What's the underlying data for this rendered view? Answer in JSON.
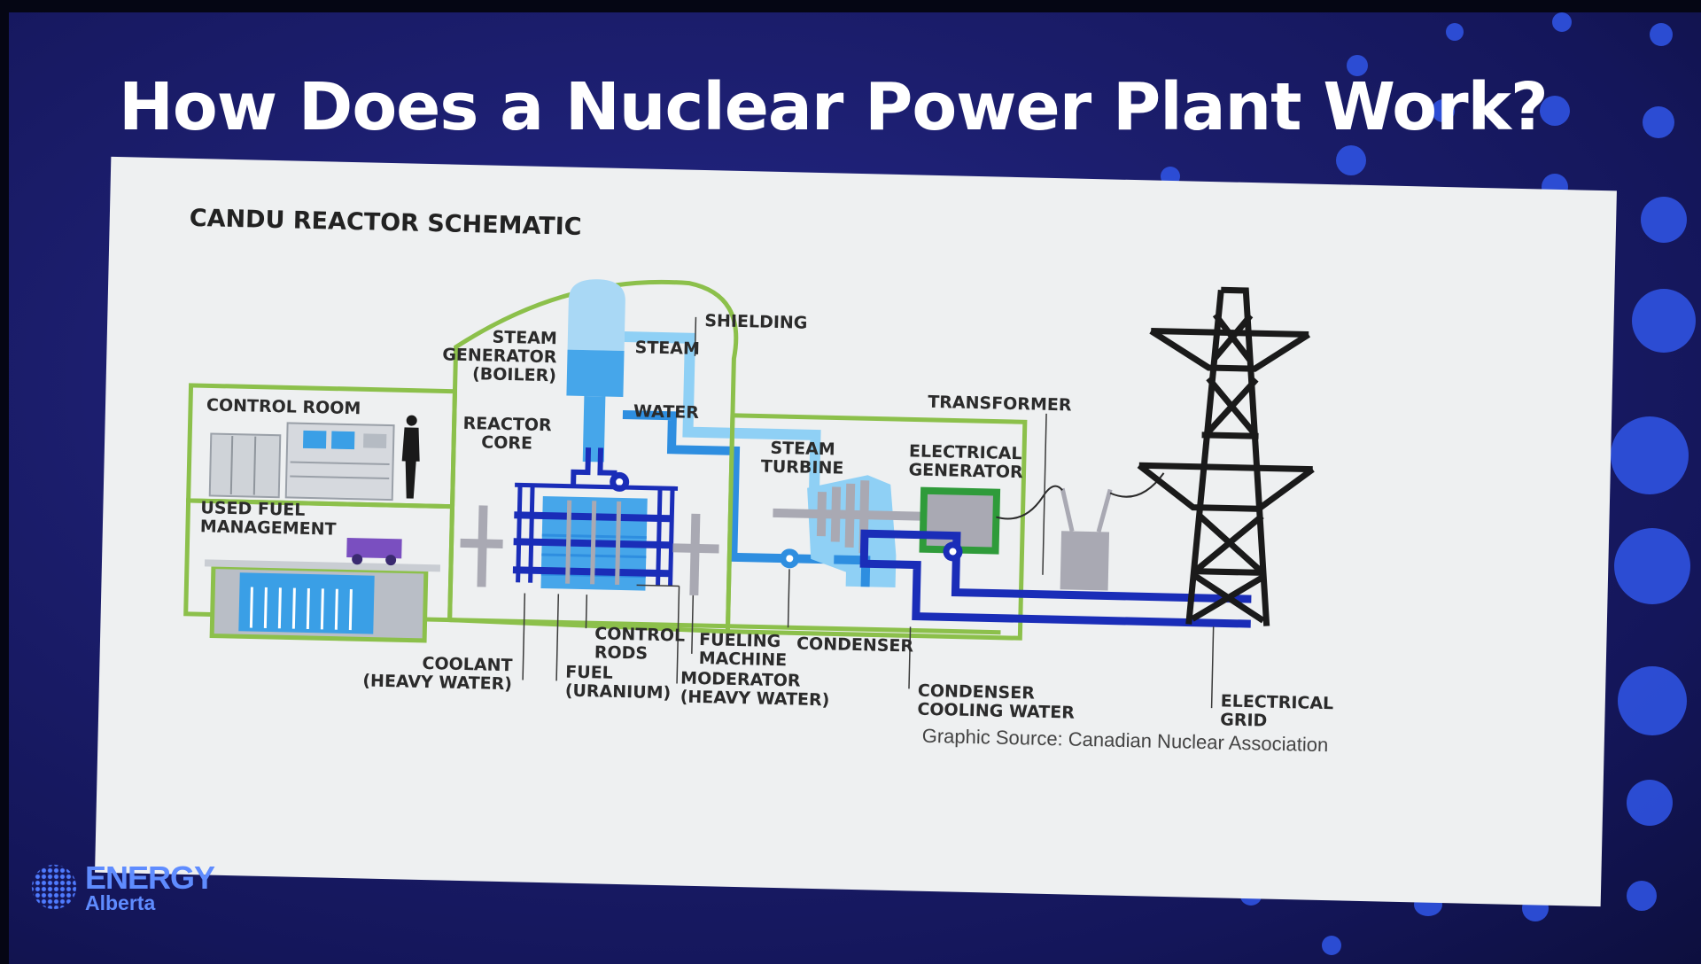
{
  "slide": {
    "title": "How Does a Nuclear Power Plant Work?"
  },
  "diagram": {
    "title": "CANDU REACTOR SCHEMATIC",
    "labels": {
      "shielding": "SHIELDING",
      "steam_generator": [
        "STEAM",
        "GENERATOR",
        "(BOILER)"
      ],
      "steam": "STEAM",
      "water": "WATER",
      "control_room": "CONTROL ROOM",
      "reactor_core": [
        "REACTOR",
        "CORE"
      ],
      "used_fuel": [
        "USED FUEL",
        "MANAGEMENT"
      ],
      "transformer": "TRANSFORMER",
      "steam_turbine": [
        "STEAM",
        "TURBINE"
      ],
      "electrical_generator": [
        "ELECTRICAL",
        "GENERATOR"
      ],
      "control_rods": [
        "CONTROL",
        "RODS"
      ],
      "fueling_machine": [
        "FUELING",
        "MACHINE"
      ],
      "condenser": "CONDENSER",
      "coolant": [
        "COOLANT",
        "(HEAVY WATER)"
      ],
      "fuel": [
        "FUEL",
        "(URANIUM)"
      ],
      "moderator": [
        "MODERATOR",
        "(HEAVY WATER)"
      ],
      "condenser_cooling_water": [
        "CONDENSER",
        "COOLING WATER"
      ],
      "electrical_grid": [
        "ELECTRICAL",
        "GRID"
      ]
    },
    "source": "Graphic Source: Canadian Nuclear Association",
    "colors": {
      "building_outline": "#8cc04b",
      "steam_pipe": "#8fd0f5",
      "water_pipe": "#2e8ee0",
      "cooling_pipe": "#1a2db8",
      "machinery_gray": "#a9a9b3",
      "tower": "#1a1a1a"
    }
  },
  "brand": {
    "name": "ENERGY",
    "region": "Alberta",
    "color": "#5f8cff"
  }
}
